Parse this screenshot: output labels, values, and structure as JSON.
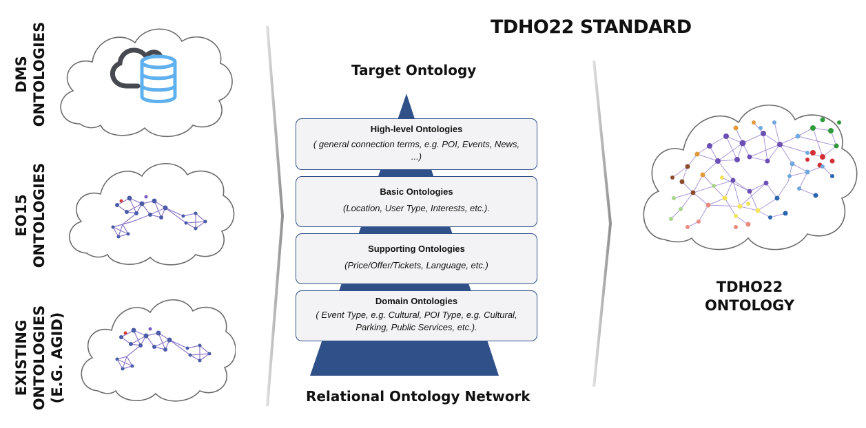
{
  "header": {
    "title": "TDHO22 STANDARD"
  },
  "left_sources": [
    {
      "lines": [
        "DMS",
        "ONTOLOGIES"
      ],
      "icon": "cloud-database-icon"
    },
    {
      "lines": [
        "EO15",
        "ONTOLOGIES"
      ],
      "icon": "network-graph-icon"
    },
    {
      "lines": [
        "EXISTING",
        "ONTOLOGIES",
        "(E.G. AGID)"
      ],
      "icon": "network-graph-icon"
    }
  ],
  "pyramid": {
    "top_label": "Target Ontology",
    "bottom_label": "Relational Ontology Network",
    "color": "#2f5089",
    "layers": [
      {
        "title": "High-level Ontologies",
        "desc": "( general connection terms, e.g. POI, Events, News, ...)"
      },
      {
        "title": "Basic Ontologies",
        "desc": "(Location, User Type, Interests, etc.)."
      },
      {
        "title": "Supporting Ontologies",
        "desc": "(Price/Offer/Tickets, Language, etc.)"
      },
      {
        "title": "Domain Ontologies",
        "desc": "( Event Type, e.g. Cultural, POI Type, e.g. Cultural, Parking, Public Services, etc.)."
      }
    ]
  },
  "result": {
    "lines": [
      "TDHO22",
      "ONTOLOGY"
    ],
    "icon": "ontology-graph-icon"
  }
}
